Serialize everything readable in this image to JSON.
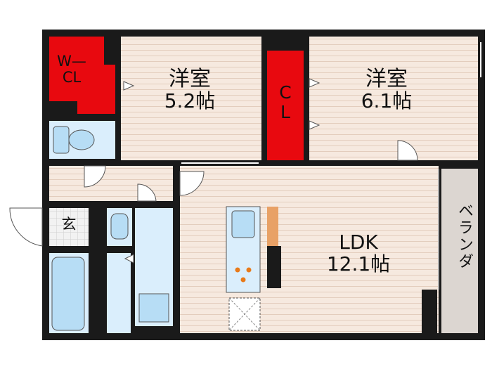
{
  "rooms": {
    "wcl": {
      "label": "W—\nCL"
    },
    "western1": {
      "name": "洋室",
      "size": "5.2帖"
    },
    "cl": {
      "label": "C\nL"
    },
    "western2": {
      "name": "洋室",
      "size": "6.1帖"
    },
    "entrance": {
      "label": "玄"
    },
    "ldk": {
      "name": "LDK",
      "size": "12.1帖"
    },
    "balcony": {
      "label": "ベランダ"
    }
  },
  "colors": {
    "wall": "#1a1a1a",
    "floor_wood": "#f6e9df",
    "floor_line": "#e3cdbd",
    "closet": "#e8090f",
    "wet_area": "#daeefc",
    "fixture": "#b7ddf5",
    "balcony": "#dcd6d1",
    "counter_wood": "#e8a166"
  }
}
